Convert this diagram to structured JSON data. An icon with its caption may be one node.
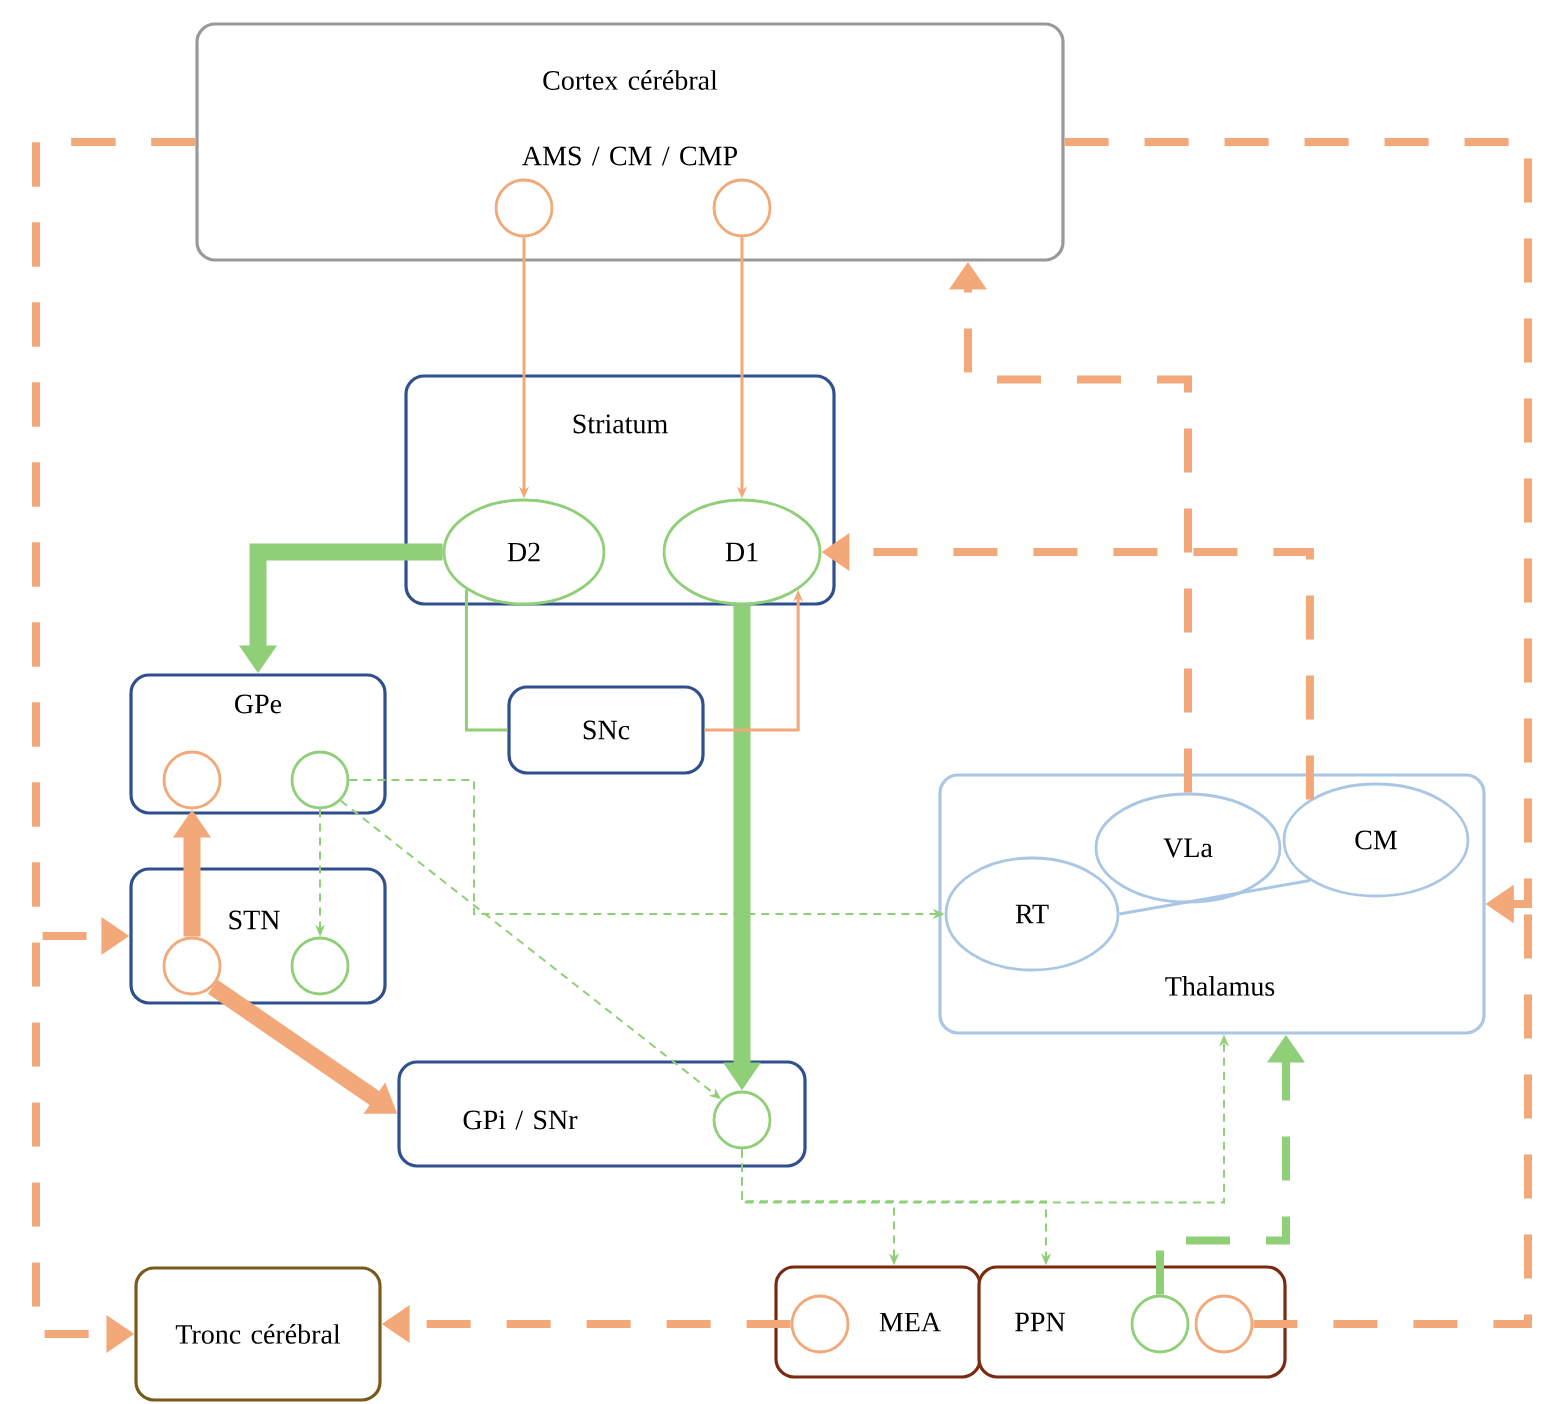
{
  "diagram": {
    "nodes": [
      {
        "text": [
          "Cortex cérébral",
          "AMS / CM / CMP"
        ]
      },
      {
        "text": [],
        "shape": "circle",
        "in": 0
      },
      {
        "text": [],
        "shape": "circle",
        "in": 0
      },
      {
        "text": [
          "Striatum"
        ]
      },
      {
        "text": [
          "D2"
        ],
        "in": 3
      },
      {
        "text": [
          "D1"
        ],
        "in": 3
      },
      {
        "text": [
          "GPe"
        ]
      },
      {
        "text": [],
        "shape": "circle",
        "in": 6
      },
      {
        "text": [],
        "shape": "circle",
        "in": 6
      },
      {
        "text": [
          "SNc"
        ]
      },
      {
        "text": [
          "STN"
        ]
      },
      {
        "text": [],
        "shape": "circle",
        "in": 10
      },
      {
        "text": [],
        "shape": "circle",
        "in": 10
      },
      {
        "text": [
          "GPi / SNr"
        ]
      },
      {
        "text": [],
        "shape": "circle",
        "in": 13
      },
      {
        "text": [
          "Thalamus"
        ]
      },
      {
        "text": [
          "RT"
        ],
        "in": 15
      },
      {
        "text": [
          "VLa"
        ],
        "in": 15
      },
      {
        "text": [
          "CM"
        ],
        "in": 15
      },
      {
        "text": [
          "Tronc cérébral"
        ]
      },
      {
        "text": [
          "MEA"
        ]
      },
      {
        "text": [],
        "shape": "circle",
        "in": 20
      },
      {
        "text": [
          "PPN"
        ]
      },
      {
        "text": [],
        "shape": "circle",
        "in": 22
      },
      {
        "text": [],
        "shape": "circle",
        "in": 22
      }
    ],
    "edges": [
      {
        "from": 1,
        "to": 4,
        "arrow": "to",
        "color": "#f2a878"
      },
      {
        "from": 2,
        "to": 5,
        "arrow": "to",
        "color": "#f2a878"
      },
      {
        "from": 4,
        "to": 6,
        "arrow": "to",
        "style": "thick",
        "color": "#8fcf78"
      },
      {
        "from": 5,
        "to": 14,
        "arrow": "to",
        "style": "thick",
        "color": "#8fcf78"
      },
      {
        "from": 9,
        "to": 4,
        "arrow": "none",
        "color": "#8fcf78"
      },
      {
        "from": 9,
        "to": 5,
        "arrow": "to",
        "color": "#f2a878"
      },
      {
        "from": 11,
        "to": 7,
        "arrow": "to",
        "style": "thick",
        "color": "#f2a878"
      },
      {
        "from": 11,
        "to": 13,
        "arrow": "to",
        "style": "thick",
        "color": "#f2a878"
      },
      {
        "from": 8,
        "to": 12,
        "arrow": "to",
        "style": "dashed",
        "color": "#8fcf78"
      },
      {
        "from": 8,
        "to": 14,
        "arrow": "to",
        "style": "dashed",
        "color": "#8fcf78"
      },
      {
        "from": 8,
        "to": 16,
        "arrow": "to",
        "style": "dashed",
        "color": "#8fcf78"
      },
      {
        "from": 14,
        "to": 20,
        "arrow": "to",
        "style": "dashed",
        "color": "#8fcf78"
      },
      {
        "from": 14,
        "to": 22,
        "arrow": "to",
        "style": "dashed",
        "color": "#8fcf78"
      },
      {
        "from": 14,
        "to": 15,
        "arrow": "to",
        "style": "dashed",
        "color": "#8fcf78"
      },
      {
        "from": 23,
        "to": 15,
        "arrow": "to",
        "style": "dashed",
        "color": "#8fcf78"
      },
      {
        "from": 21,
        "to": 19,
        "arrow": "to",
        "style": "dashed",
        "color": "#f2a878"
      },
      {
        "from": 24,
        "to": 15,
        "arrow": "to",
        "style": "dashed",
        "color": "#f2a878"
      },
      {
        "from": 0,
        "to": 19,
        "arrow": "to",
        "style": "dashed",
        "color": "#f2a878"
      },
      {
        "from": 0,
        "to": 10,
        "arrow": "to",
        "style": "dashed",
        "color": "#f2a878"
      },
      {
        "from": 0,
        "to": 15,
        "arrow": "to",
        "style": "dashed",
        "color": "#f2a878"
      },
      {
        "from": 17,
        "to": 0,
        "arrow": "to",
        "style": "dashed",
        "color": "#f2a878"
      },
      {
        "from": 18,
        "to": 5,
        "arrow": "to",
        "style": "dashed",
        "color": "#f2a878"
      },
      {
        "from": 16,
        "to": 18,
        "arrow": "none",
        "color": "#a9c7e4"
      }
    ]
  }
}
